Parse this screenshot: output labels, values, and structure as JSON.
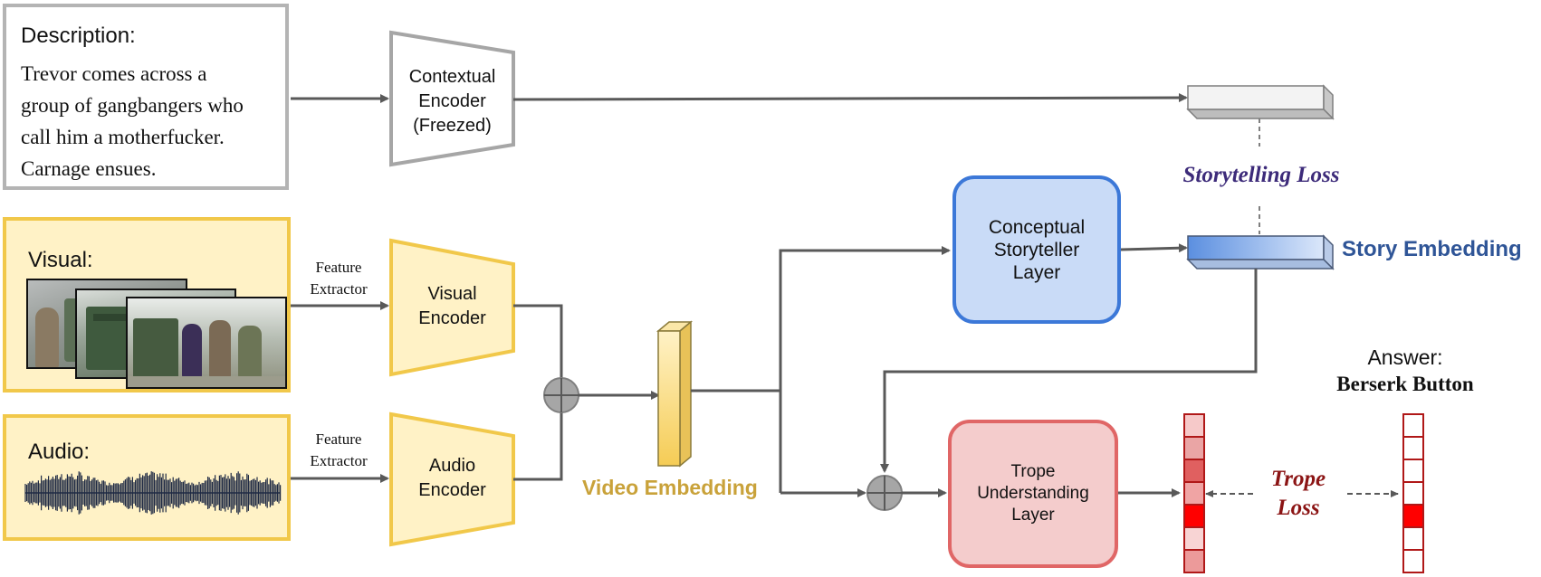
{
  "description": {
    "title": "Description:",
    "lines": [
      "Trevor comes across a",
      "group of gangbangers who",
      "call him a motherfucker.",
      "Carnage ensues."
    ]
  },
  "inputs": {
    "visual_label": "Visual:",
    "audio_label": "Audio:",
    "feature_extractor_visual": [
      "Feature",
      "Extractor"
    ],
    "feature_extractor_audio": [
      "Feature",
      "Extractor"
    ]
  },
  "encoders": {
    "contextual": [
      "Contextual",
      "Encoder",
      "(Freezed)"
    ],
    "visual": [
      "Visual",
      "Encoder"
    ],
    "audio": [
      "Audio",
      "Encoder"
    ]
  },
  "labels": {
    "video_embedding": "Video Embedding",
    "story_embedding": "Story Embedding",
    "storytelling_loss": "Storytelling Loss",
    "trope_loss": [
      "Trope",
      "Loss"
    ]
  },
  "layers": {
    "conceptual": [
      "Conceptual",
      "Storyteller",
      "Layer"
    ],
    "trope": [
      "Trope",
      "Understanding",
      "Layer"
    ]
  },
  "answer": {
    "label": "Answer:",
    "value": "Berserk Button"
  },
  "colors": {
    "arrow": "#595959",
    "desc_border": "#b4b4b4",
    "yellow_fill": "#fff2c6",
    "yellow_border": "#f1c84a",
    "blue_fill": "#c9dbf7",
    "blue_border": "#3c78d8",
    "red_fill": "#f4cccc",
    "red_border": "#e06666",
    "story_label": "#2f5597",
    "video_label": "#c9a23a",
    "storyloss_label": "#3d2b7a",
    "tropeloss_label": "#8b1414",
    "active_cell": "#ff0000"
  },
  "output_vectors": {
    "predicted_cells": [
      "#f6c9c9",
      "#eaa5a5",
      "#e06060",
      "#f0a4a4",
      "#ff0000",
      "#f8d4d4",
      "#ec9a9a"
    ],
    "target_active_index": 4,
    "cell_count": 7
  }
}
